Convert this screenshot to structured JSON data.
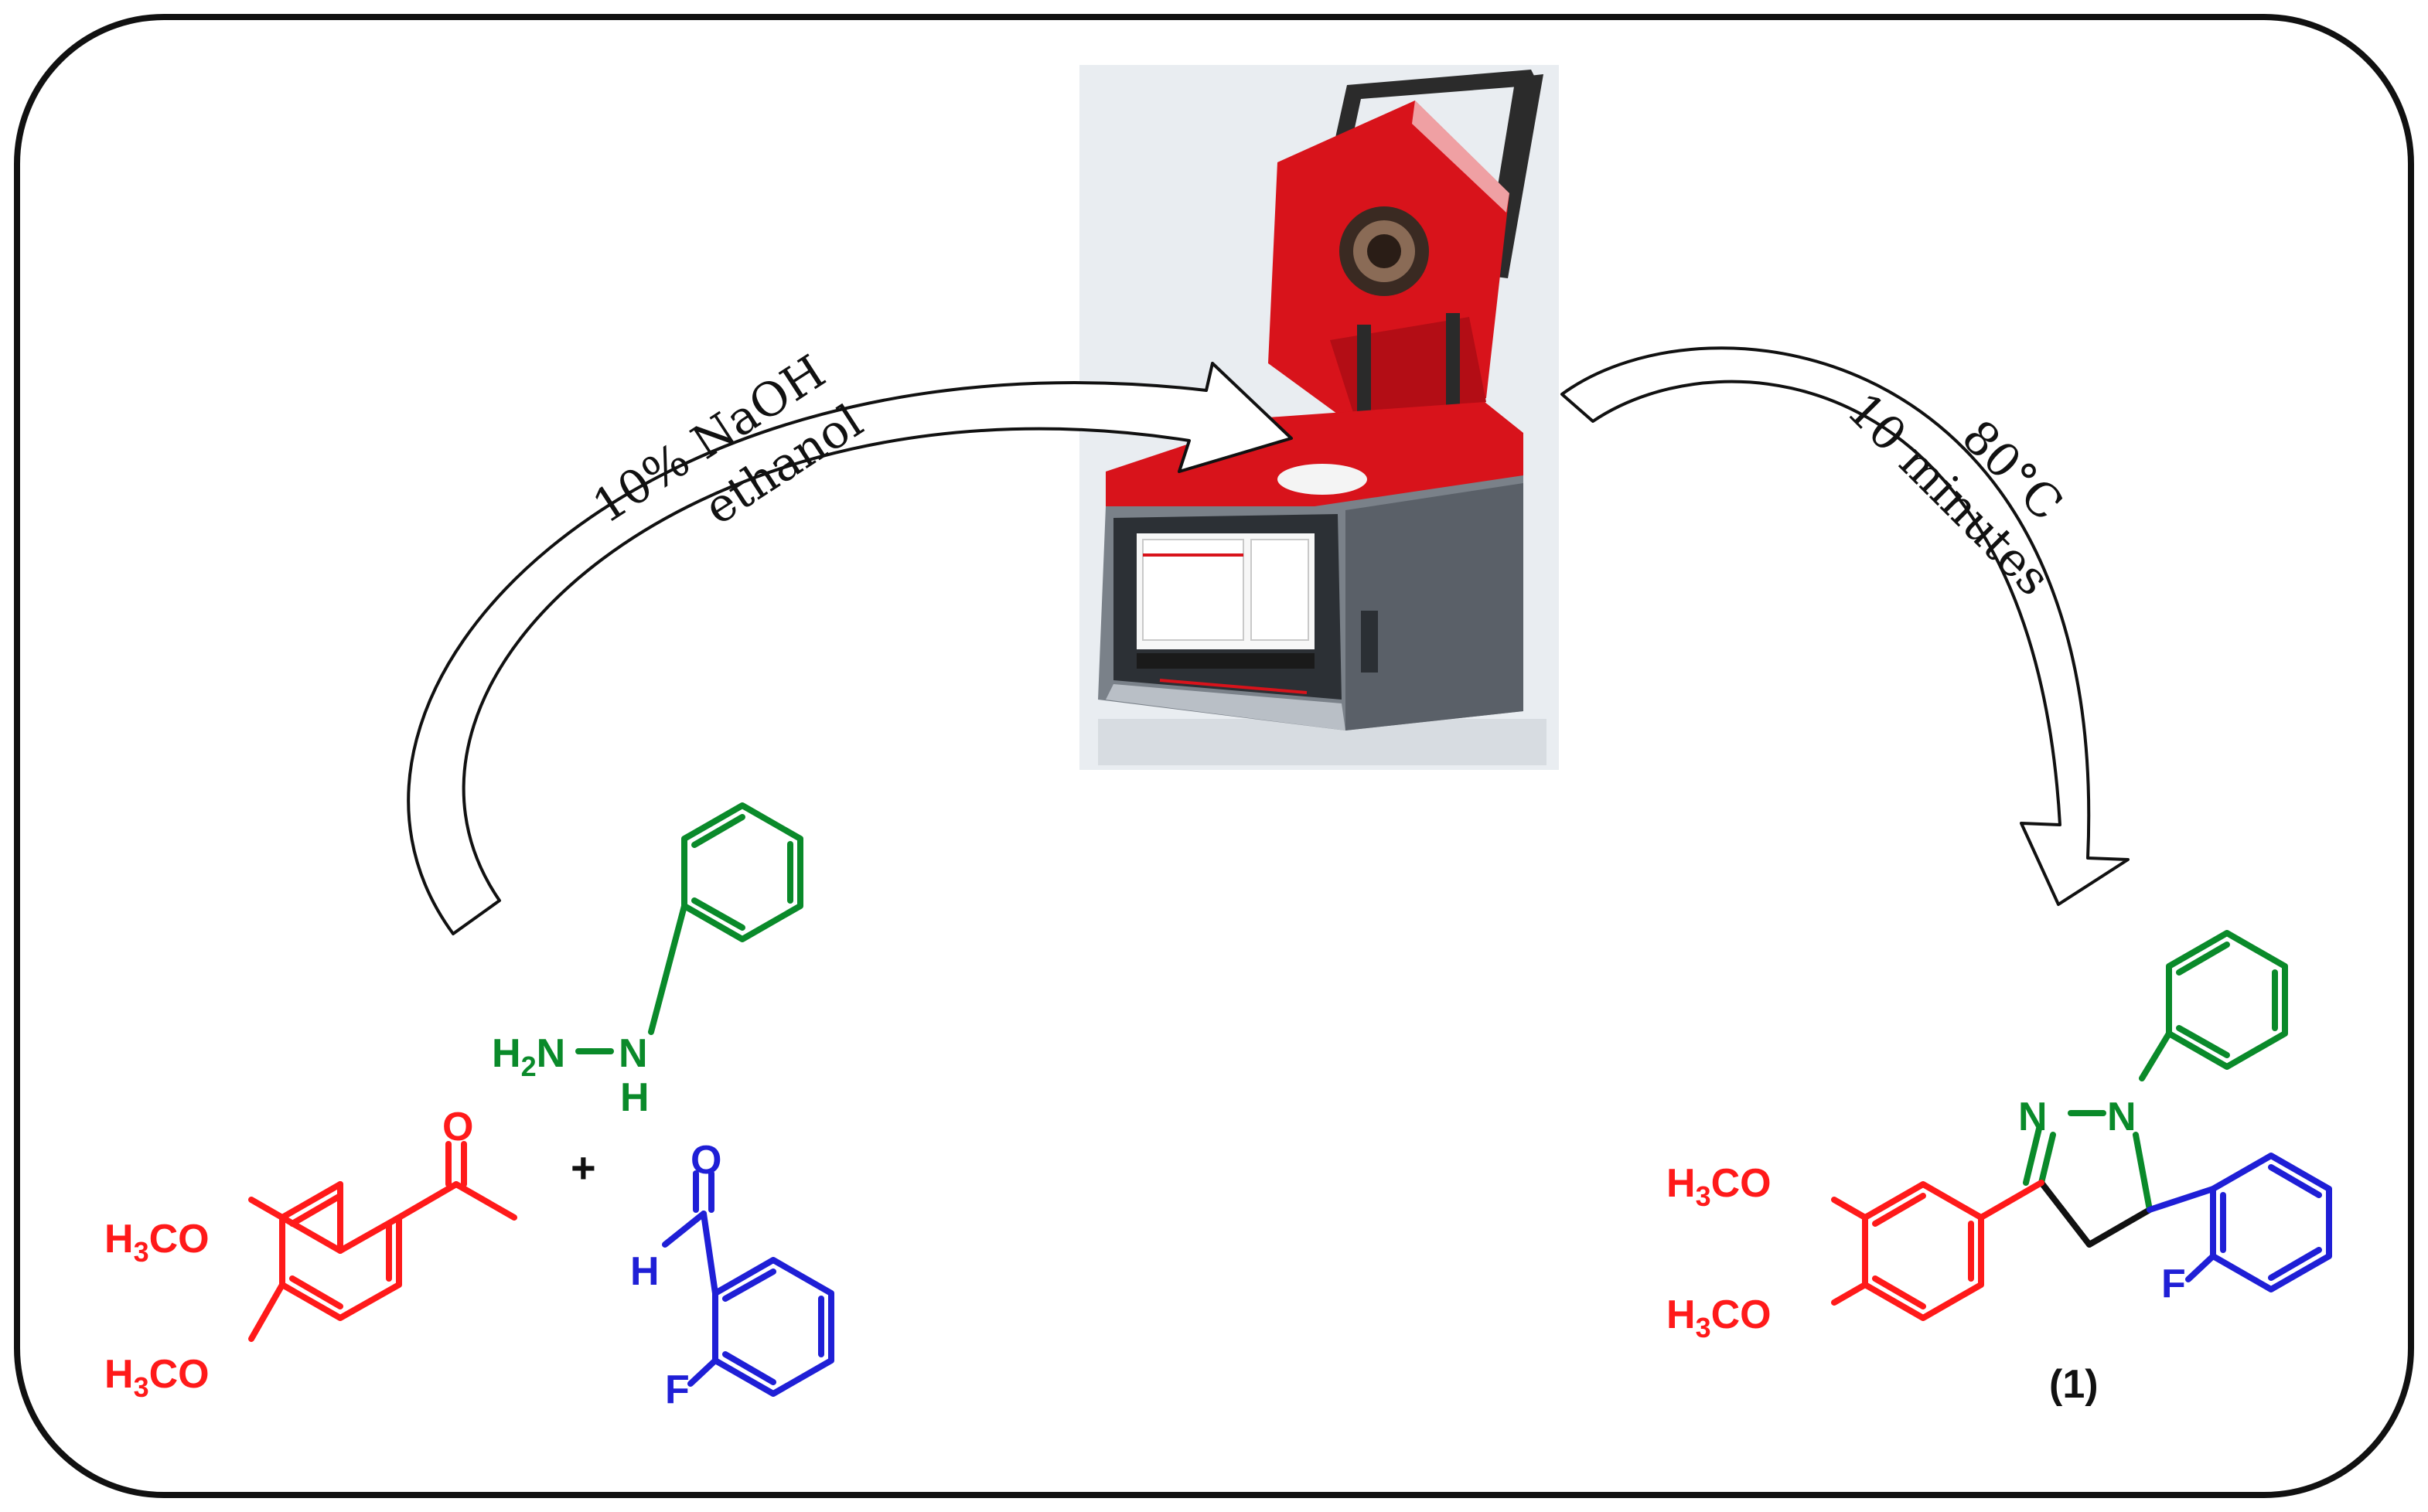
{
  "colors": {
    "frame": "#111111",
    "red_fragment": "#ff1a1a",
    "green_fragment": "#0a8a2a",
    "blue_fragment": "#1f1fd6",
    "label_black": "#111111",
    "device_red": "#d8131b",
    "device_gray": "#6b7178"
  },
  "conditions": {
    "left_line1": "10% NaOH",
    "left_line2": "ethanol",
    "right_line1": "80°C",
    "right_line2": "10 minutes"
  },
  "reagents": {
    "hydrazine": {
      "h2n_h": "H",
      "h2n_sub": "2",
      "h2n_tail": "N",
      "nh_n": "N",
      "nh_h": "H"
    },
    "plus": "+",
    "acetophenone": {
      "ome1_h": "H",
      "ome1_sub": "3",
      "ome1_tail": "CO",
      "ome2_h": "H",
      "ome2_sub": "3",
      "ome2_tail": "CO",
      "carbonyl_o": "O"
    },
    "aldehyde": {
      "carbonyl_o": "O",
      "aldehyde_h": "H",
      "fluoro": "F"
    }
  },
  "product": {
    "n1": "N",
    "n2": "N",
    "ome1_h": "H",
    "ome1_sub": "3",
    "ome1_tail": "CO",
    "ome2_h": "H",
    "ome2_sub": "3",
    "ome2_tail": "CO",
    "fluoro": "F",
    "label": "(1)"
  },
  "icons": {
    "device": "microwave-reactor-icon",
    "arrow_in": "curved-arrow-icon",
    "arrow_out": "curved-arrow-icon"
  }
}
